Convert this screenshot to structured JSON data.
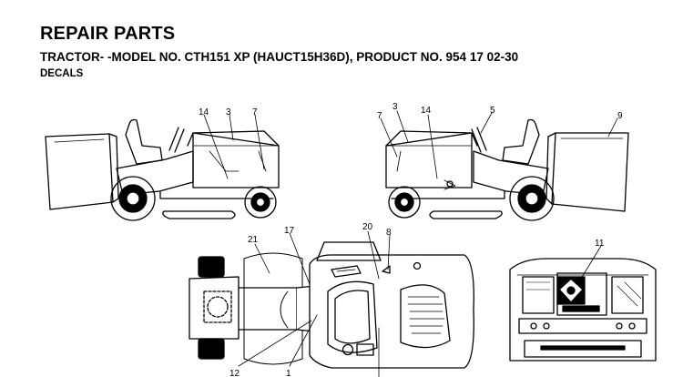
{
  "header": {
    "title": "REPAIR PARTS",
    "model_line": "TRACTOR- -MODEL NO. CTH151 XP (HAUCT15H36D), PRODUCT NO. 954 17 02-30",
    "section": "DECALS"
  },
  "callouts": {
    "left_view": [
      "14",
      "3",
      "7"
    ],
    "right_view": [
      "7",
      "3",
      "14",
      "5",
      "9"
    ],
    "top_view": [
      "21",
      "17",
      "20",
      "8",
      "12",
      "1"
    ],
    "panel_view": [
      "11"
    ]
  }
}
